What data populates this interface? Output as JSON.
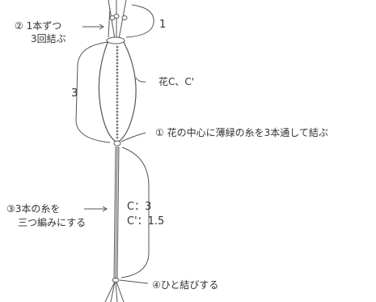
{
  "labels": {
    "step2_line1": "② 1本ずつ",
    "step2_line2": "3回結ぶ",
    "dim_top": "1",
    "dim_left": "3",
    "flower_label": "花C、C'",
    "step1": "① 花の中心に薄緑の糸を3本通して結ぶ",
    "step3_line1": "③3本の糸を",
    "step3_line2": "三つ編みにする",
    "c_line1": "C：3",
    "c_line2": "C'：1.5",
    "step4": "④ひと結びする"
  },
  "colors": {
    "line": "#555555",
    "dots": "#777777",
    "text": "#333333"
  }
}
